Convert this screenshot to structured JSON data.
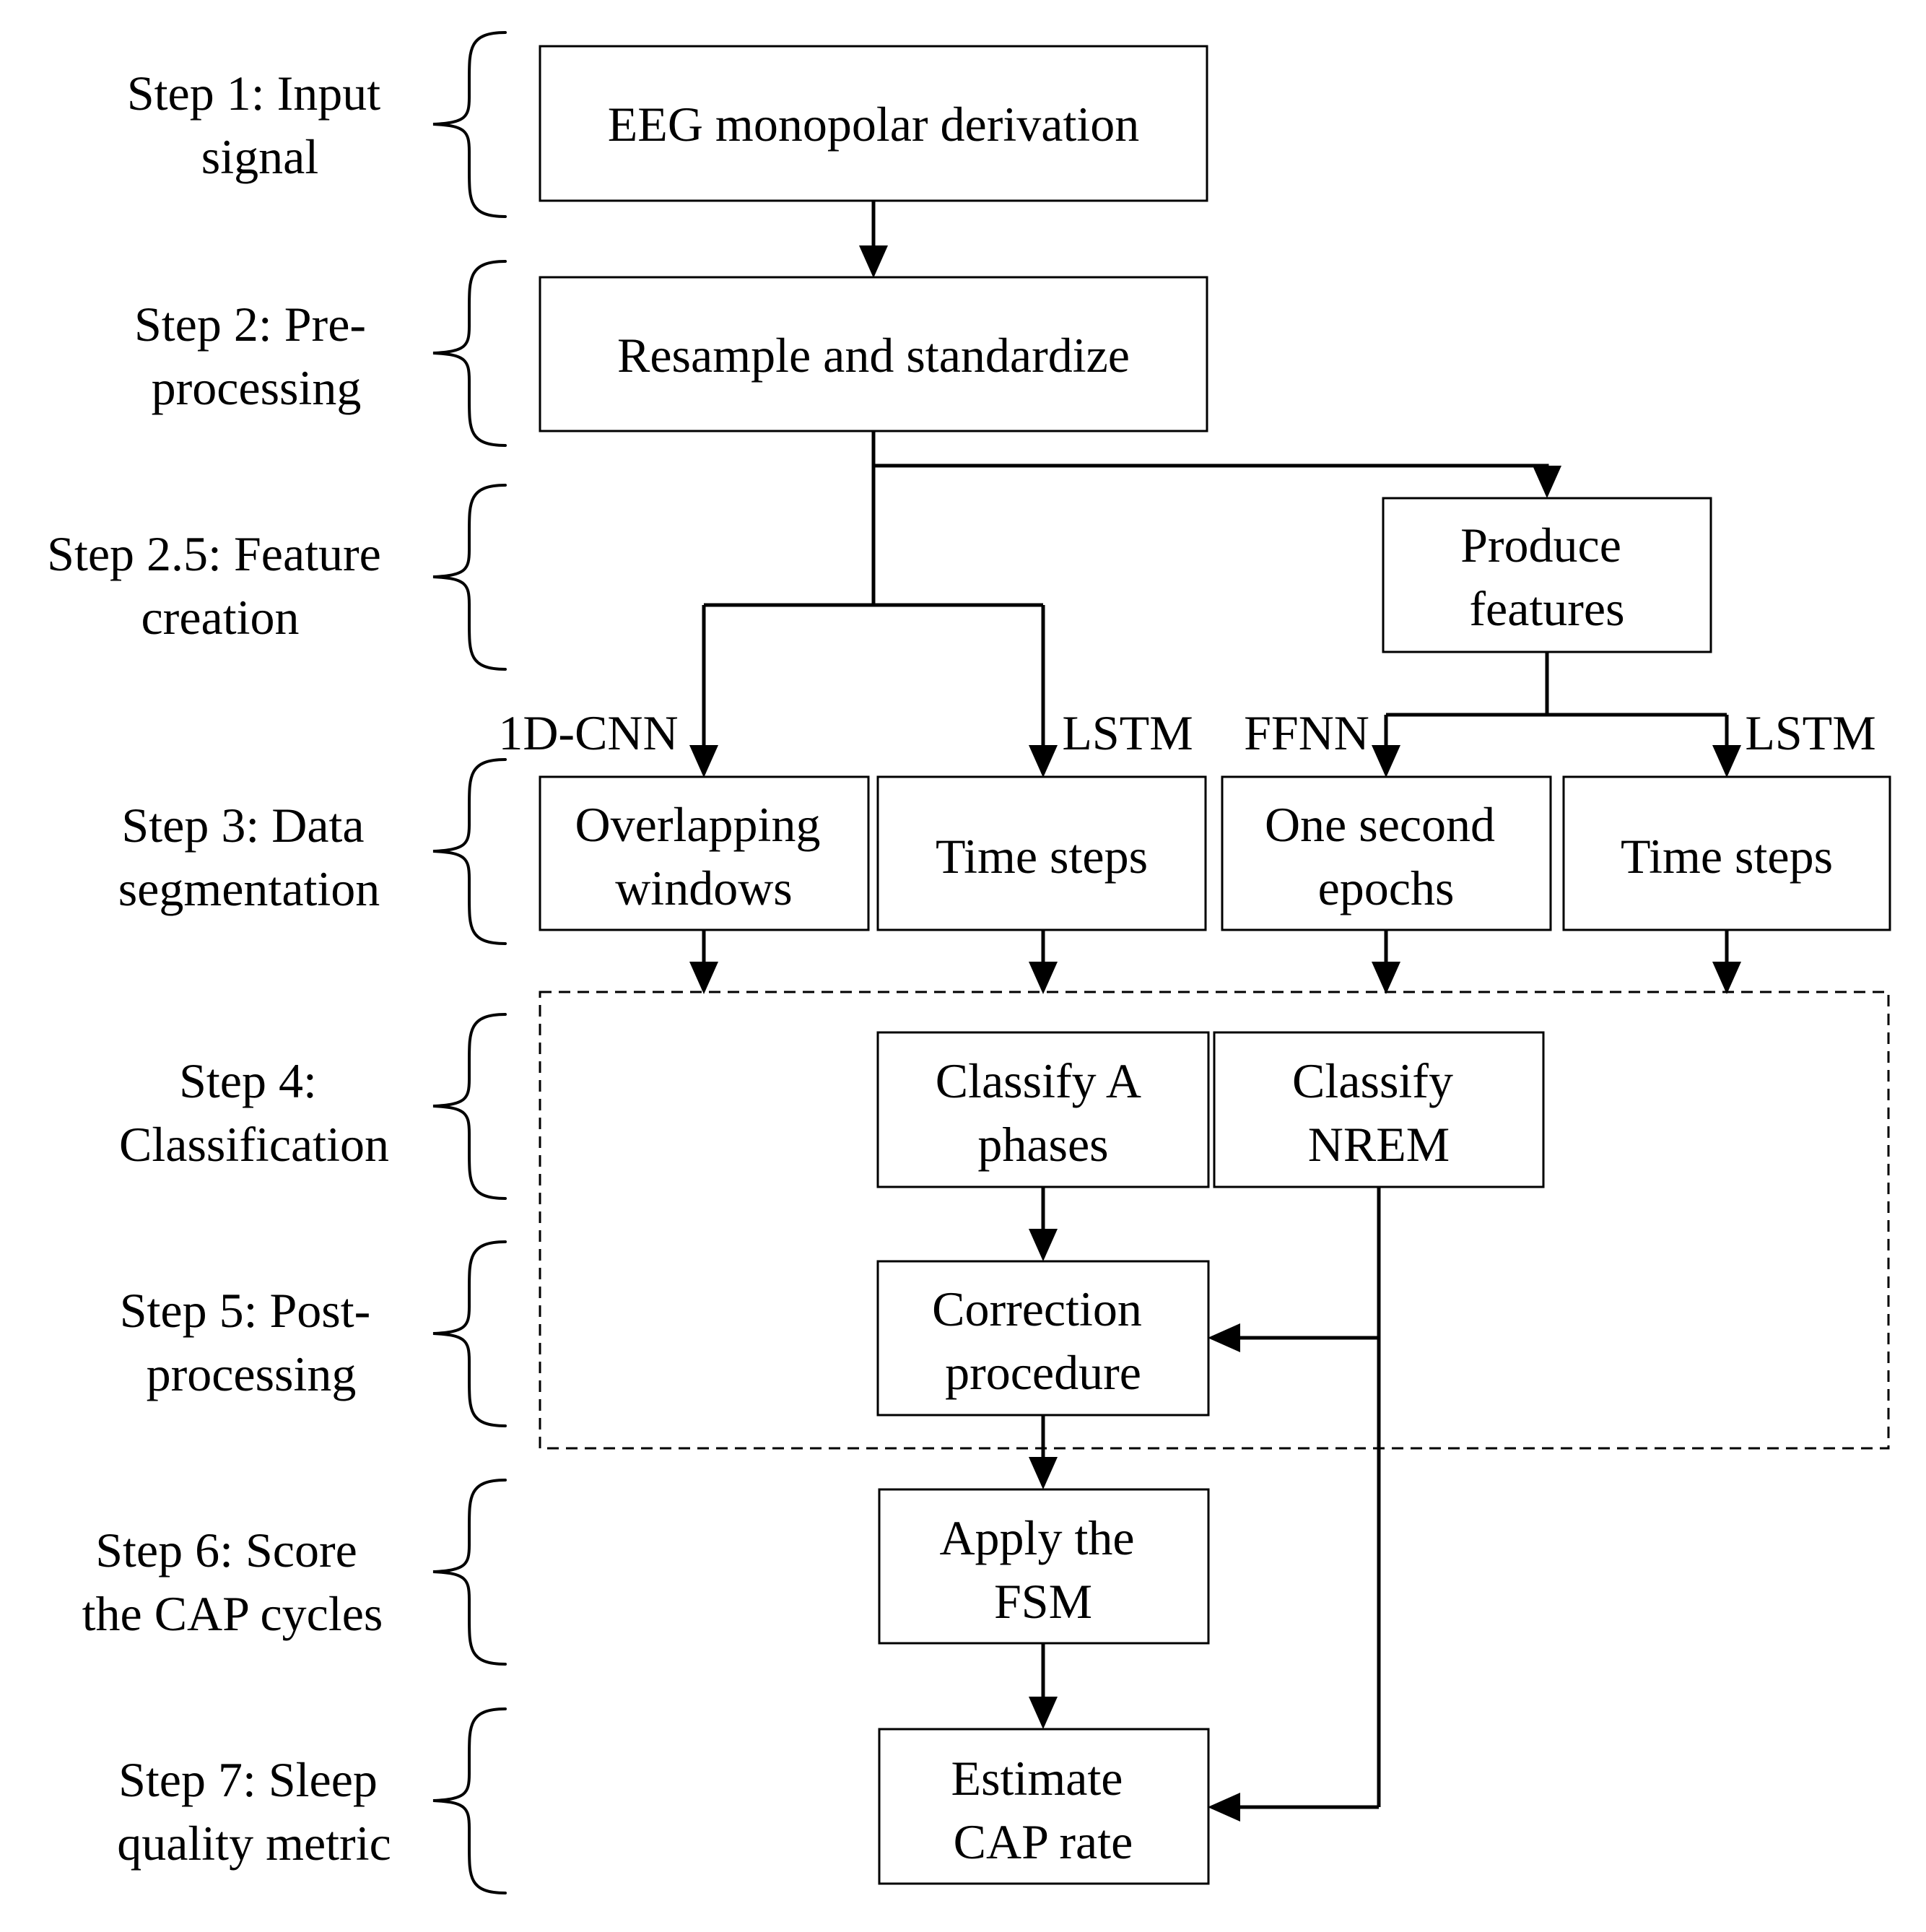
{
  "steps": [
    {
      "line1": "Step 1: Input",
      "line2": "signal"
    },
    {
      "line1": "Step 2: Pre-",
      "line2": "processing"
    },
    {
      "line1": "Step 2.5: Feature",
      "line2": "creation"
    },
    {
      "line1": "Step 3: Data",
      "line2": "segmentation"
    },
    {
      "line1": "Step 4:",
      "line2": "Classification"
    },
    {
      "line1": "Step 5: Post-",
      "line2": "processing"
    },
    {
      "line1": "Step 6: Score",
      "line2": "the CAP cycles"
    },
    {
      "line1": "Step 7: Sleep",
      "line2": "quality metric"
    }
  ],
  "boxes": {
    "eeg": [
      "EEG monopolar derivation"
    ],
    "resample": [
      "Resample and standardize"
    ],
    "features": [
      "Produce",
      "features"
    ],
    "overlapping": [
      "Overlapping",
      "windows"
    ],
    "timesteps_a": [
      "Time steps"
    ],
    "one_second": [
      "One second",
      "epochs"
    ],
    "timesteps_b": [
      "Time steps"
    ],
    "classify_a": [
      "Classify A",
      "phases"
    ],
    "classify_nrem": [
      "Classify",
      "NREM"
    ],
    "correction": [
      "Correction",
      "procedure"
    ],
    "fsm": [
      "Apply the",
      "FSM"
    ],
    "cap_rate": [
      "Estimate",
      "CAP rate"
    ]
  },
  "branches": {
    "cnn": "1D-CNN",
    "lstm_a": "LSTM",
    "ffnn": "FFNN",
    "lstm_b": "LSTM"
  }
}
